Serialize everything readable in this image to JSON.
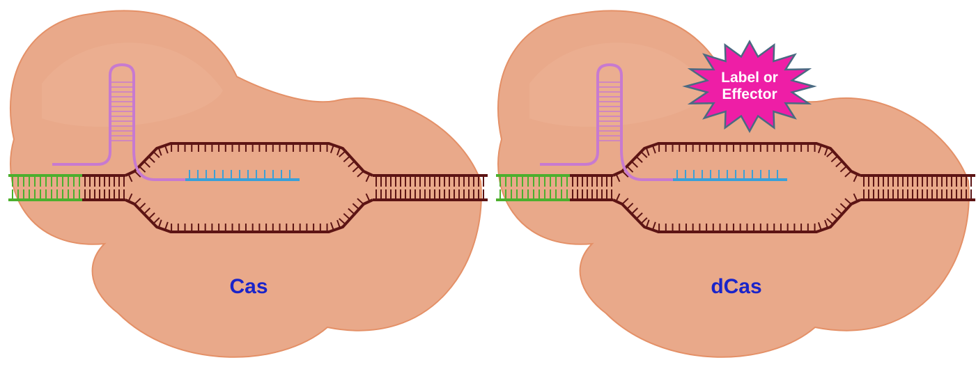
{
  "panels": [
    {
      "id": "cas",
      "label": "Cas",
      "has_effector": false
    },
    {
      "id": "dcas",
      "label": "dCas",
      "has_effector": true
    }
  ],
  "effector": {
    "line1": "Label or",
    "line2": "Effector"
  },
  "colors": {
    "protein_fill": "#e9a98a",
    "protein_stroke": "#e49067",
    "dna_strand": "#5c1414",
    "pam_green": "#4caf2e",
    "guide_rna": "#c77ad0",
    "spacer_blue": "#3aa0d8",
    "label_blue": "#1a24c9",
    "burst_fill": "#ee1ea6",
    "burst_stroke": "#4a6a82"
  }
}
